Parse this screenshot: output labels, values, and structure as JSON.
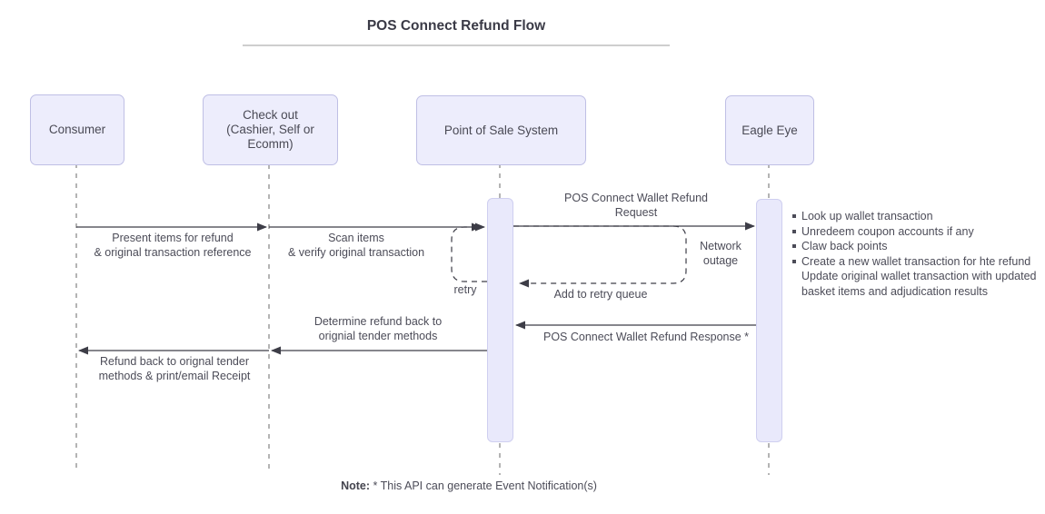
{
  "title": "POS Connect Refund Flow",
  "participants": {
    "consumer": "Consumer",
    "checkout": "Check out\n(Cashier, Self or\nEcomm)",
    "pos": "Point of Sale System",
    "eagle_eye": "Eagle Eye"
  },
  "messages": {
    "present_items": "Present items for refund\n& original transaction reference",
    "scan_items": "Scan items\n& verify original transaction",
    "refund_request": "POS Connect Wallet Refund\nRequest",
    "network_outage": "Network\noutage",
    "add_to_retry_queue": "Add to retry queue",
    "retry": "retry",
    "refund_response": "POS Connect Wallet Refund Response *",
    "determine_refund": "Determine refund back to\norignial tender methods",
    "refund_back": "Refund back to orignal tender\nmethods & print/email Receipt"
  },
  "eagle_eye_notes": {
    "items": [
      "Look up wallet transaction",
      "Unredeem coupon accounts if any",
      "Claw back points",
      "Create a new wallet transaction for hte refund",
      "Update original wallet transaction with updated basket items and adjudication results"
    ]
  },
  "footnote": {
    "label": "Note:",
    "text": " * This API can generate Event Notification(s)"
  },
  "colors": {
    "box_fill": "#EDEDFC",
    "box_border": "#BFBFE5",
    "bar_fill": "#E9E9FB",
    "bar_border": "#CFCFF0",
    "arrow": "#3D3D47",
    "lifeline": "#8B8B8B",
    "text": "#4C4C58"
  }
}
